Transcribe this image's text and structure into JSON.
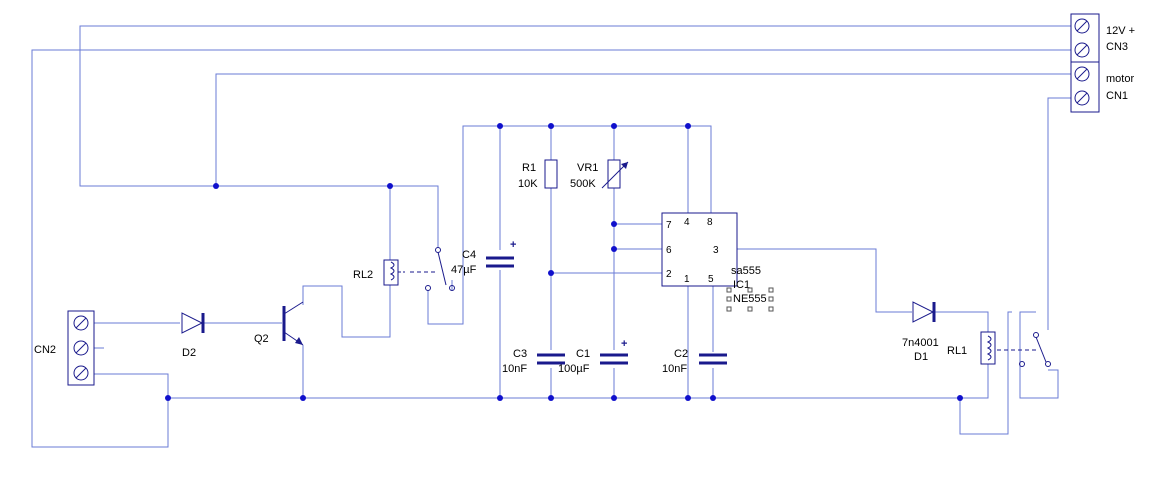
{
  "components": {
    "cn1": {
      "ref": "CN1",
      "value": "motor"
    },
    "cn2": {
      "ref": "CN2"
    },
    "cn3": {
      "ref": "CN3",
      "value": "12V +"
    },
    "d1": {
      "ref": "D1",
      "value": "7n4001"
    },
    "d2": {
      "ref": "D2"
    },
    "q2": {
      "ref": "Q2"
    },
    "rl1": {
      "ref": "RL1"
    },
    "rl2": {
      "ref": "RL2"
    },
    "r1": {
      "ref": "R1",
      "value": "10K"
    },
    "vr1": {
      "ref": "VR1",
      "value": "500K"
    },
    "c1": {
      "ref": "C1",
      "value": "100µF"
    },
    "c2": {
      "ref": "C2",
      "value": "10nF"
    },
    "c3": {
      "ref": "C3",
      "value": "10nF"
    },
    "c4": {
      "ref": "C4",
      "value": "47µF"
    },
    "ic1": {
      "ref": "IC1",
      "value": "NE555",
      "label": "sa555",
      "pins": {
        "p1": "1",
        "p2": "2",
        "p3": "3",
        "p4": "4",
        "p5": "5",
        "p6": "6",
        "p7": "7",
        "p8": "8"
      }
    }
  },
  "symbols": {
    "plus": "+"
  },
  "colors": {
    "wire": "#6a7bd6",
    "device": "#1a1a8c",
    "junction": "#1010cc",
    "ic_fill": "#e8eef8"
  }
}
